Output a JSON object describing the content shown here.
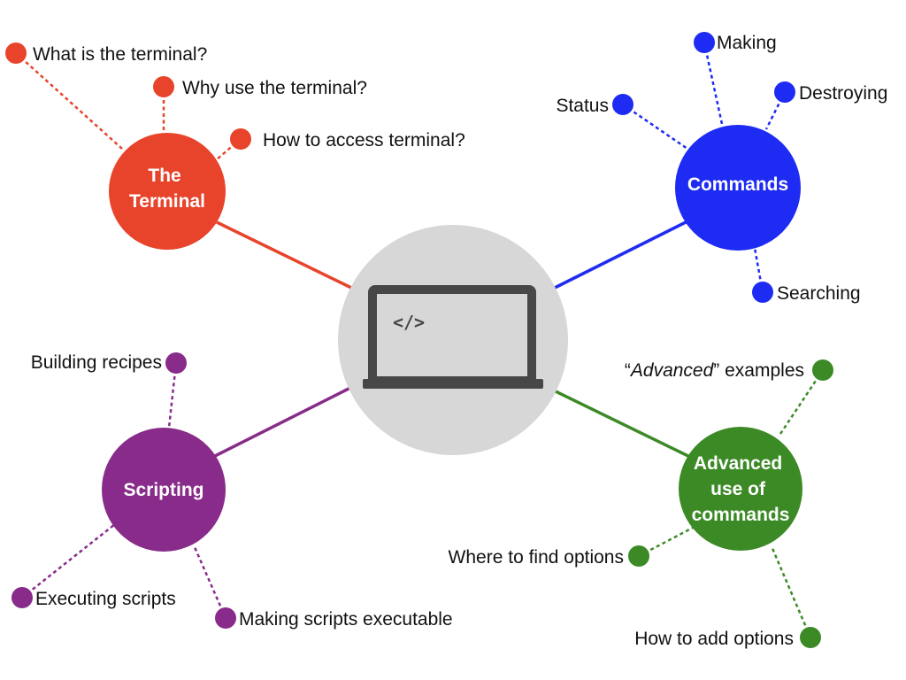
{
  "colors": {
    "terminal": "#E8432B",
    "commands": "#1E2BF2",
    "scripting": "#882B8A",
    "advanced": "#3C8A26",
    "center_bg": "#D7D7D7",
    "laptop": "#474747"
  },
  "center": {
    "icon": "laptop-code-icon",
    "code_label": "</>"
  },
  "topics": {
    "terminal": {
      "title_lines": [
        "The",
        "Terminal"
      ],
      "subtopics": [
        "What is the terminal?",
        "Why use the terminal?",
        "How to access terminal?"
      ]
    },
    "commands": {
      "title_lines": [
        "Commands"
      ],
      "subtopics": [
        "Making",
        "Status",
        "Destroying",
        "Searching"
      ]
    },
    "scripting": {
      "title_lines": [
        "Scripting"
      ],
      "subtopics": [
        "Building recipes",
        "Executing scripts",
        "Making scripts executable"
      ]
    },
    "advanced": {
      "title_lines": [
        "Advanced",
        "use of",
        "commands"
      ],
      "subtopics": [
        {
          "prefix": "“",
          "emph": "Advanced",
          "suffix": "” examples"
        },
        "Where to find options",
        "How to add options"
      ]
    }
  }
}
